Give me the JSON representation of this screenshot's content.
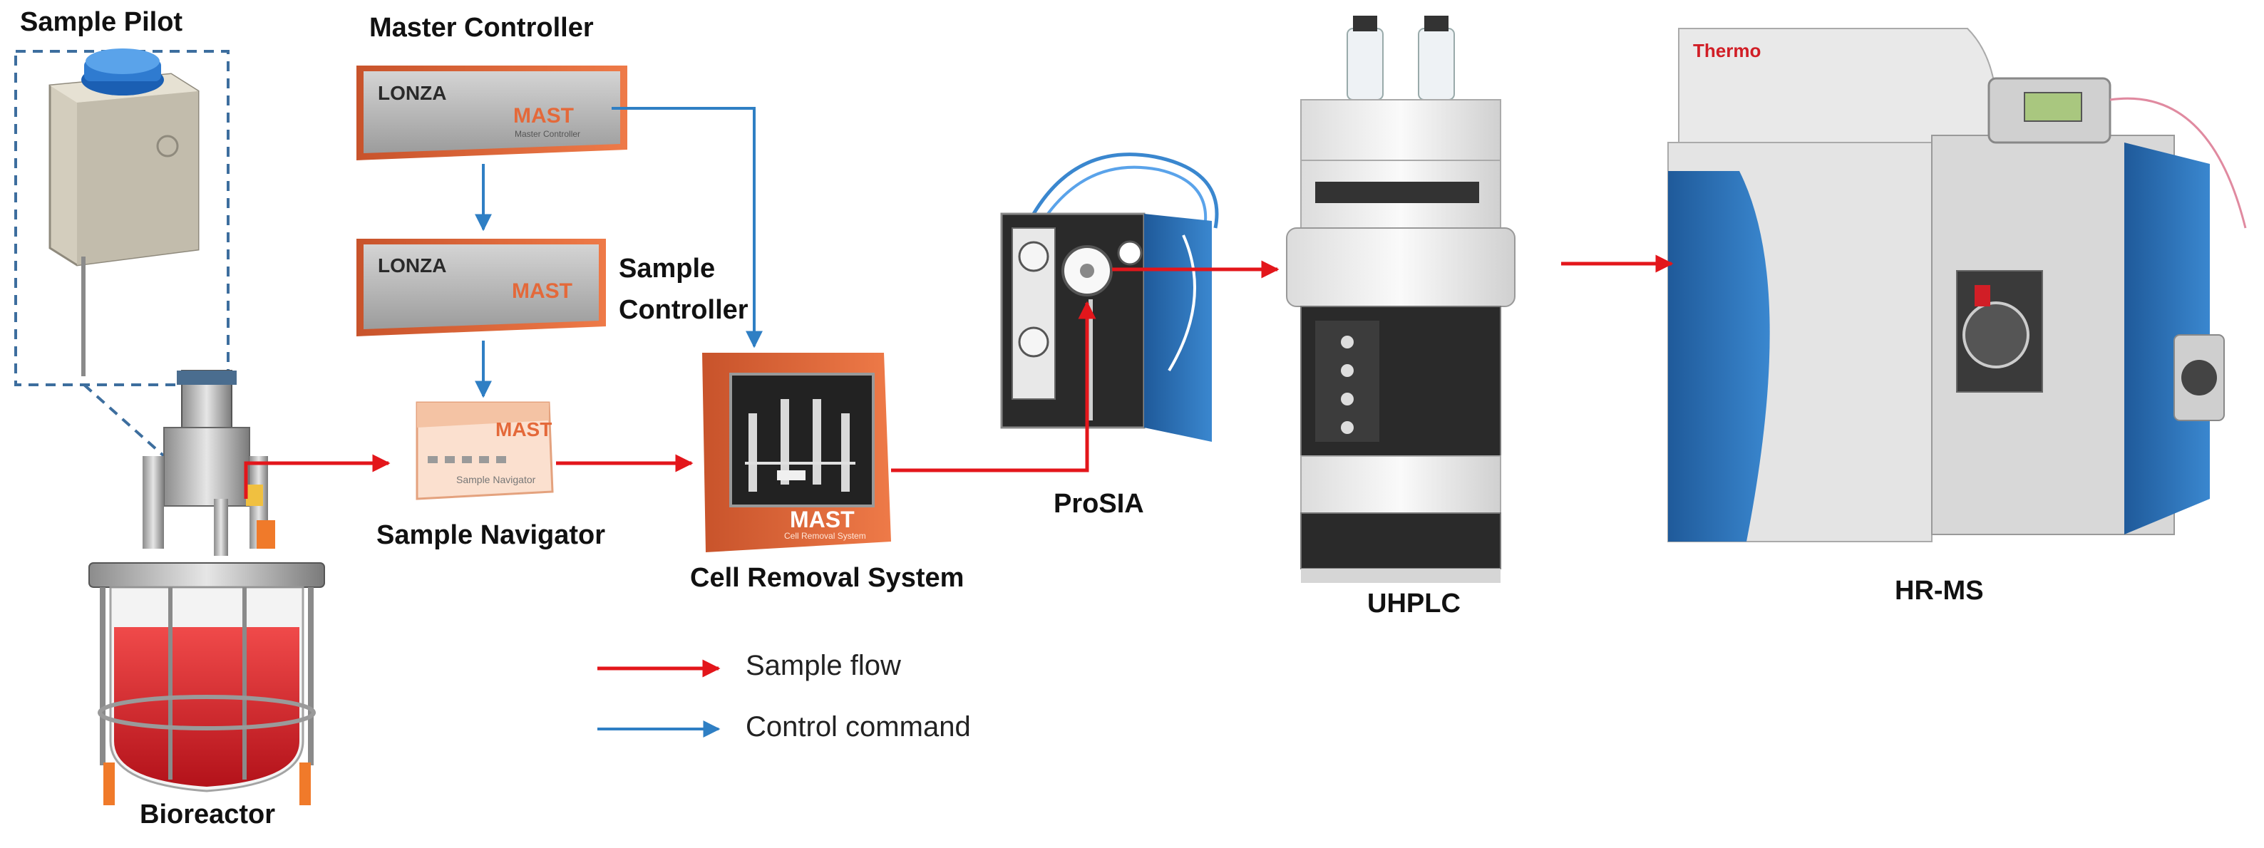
{
  "labels": {
    "sample_pilot": "Sample Pilot",
    "master_controller": "Master Controller",
    "sample_controller": "Sample Controller",
    "sample_navigator": "Sample Navigator",
    "cell_removal": "Cell Removal System",
    "prosia": "ProSIA",
    "uhplc": "UHPLC",
    "hrms": "HR-MS",
    "bioreactor": "Bioreactor"
  },
  "device_text": {
    "lonza": "LONZA",
    "mast": "MAST",
    "master_controller_small": "Master Controller",
    "sample_navigator_small": "Sample Navigator",
    "cell_removal_small": "Cell Removal System",
    "thermo": "Thermo"
  },
  "legend": {
    "sample_flow": "Sample flow",
    "control_command": "Control command"
  },
  "colors": {
    "sample_flow": "#e3161b",
    "control_command": "#2f7fc4",
    "device_orange": "#e4693a",
    "device_panel": "#b9b9b9",
    "dashed_outline": "#3d6e9e",
    "reactor_liquid": "#e0202a",
    "ms_blue": "#2b6db3"
  }
}
